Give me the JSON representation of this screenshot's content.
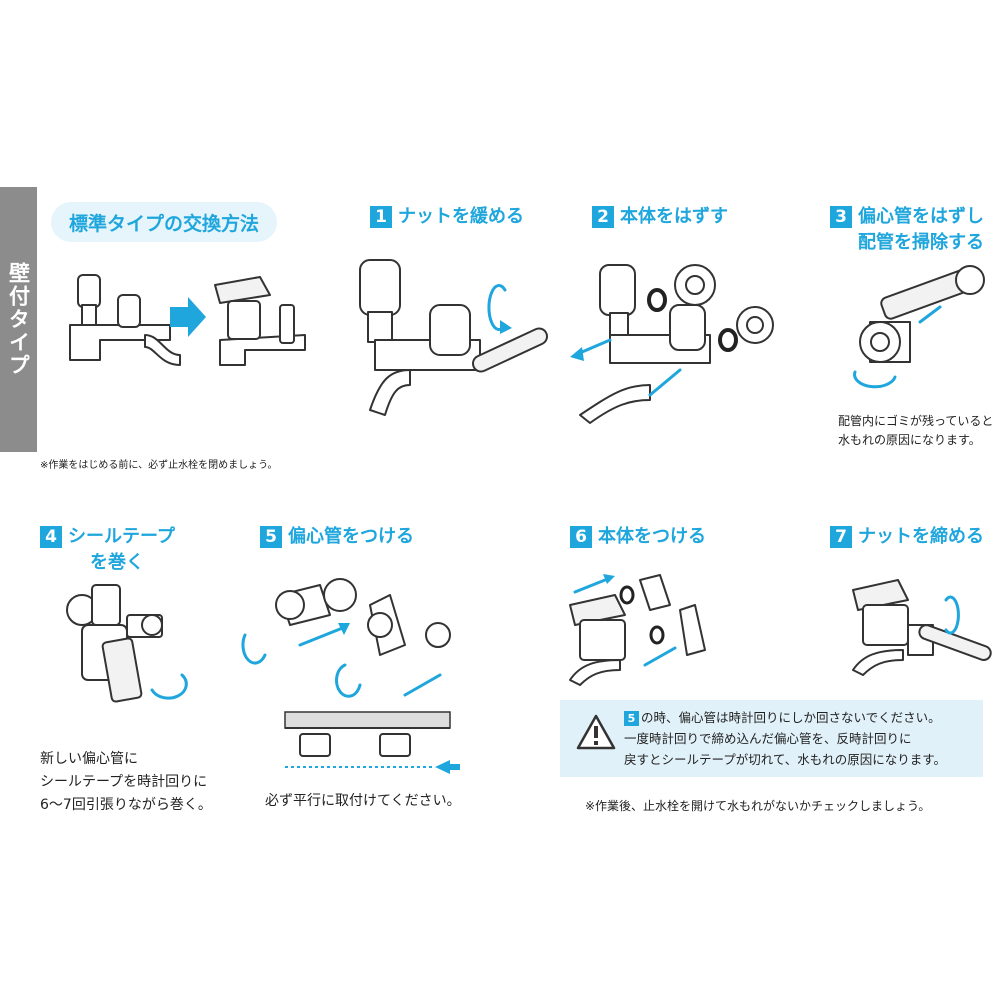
{
  "side_tab": {
    "label": "壁付タイプ"
  },
  "intro": {
    "title": "標準タイプの交換方法"
  },
  "notes": {
    "before": "※作業をはじめる前に、必ず止水栓を閉めましょう。",
    "after": "※作業後、止水栓を開けて水もれがないかチェックしましょう。"
  },
  "steps": [
    {
      "num": "1",
      "title": "ナットを緩める"
    },
    {
      "num": "2",
      "title": "本体をはずす"
    },
    {
      "num": "3",
      "title": "偏心管をはずし",
      "title2": "配管を掃除する",
      "note1": "配管内にゴミが残っていると",
      "note2": "水もれの原因になります。"
    },
    {
      "num": "4",
      "title": "シールテープ",
      "title2": "を巻く",
      "text1": "新しい偏心管に",
      "text2": "シールテープを時計回りに",
      "text3": "6〜7回引張りながら巻く。"
    },
    {
      "num": "5",
      "title": "偏心管をつける",
      "caption": "必ず平行に取付けてください。"
    },
    {
      "num": "6",
      "title": "本体をつける"
    },
    {
      "num": "7",
      "title": "ナットを締める"
    }
  ],
  "warning": {
    "ref": "5",
    "line1": "の時、偏心管は時計回りにしか回さないでください。",
    "line2": "一度時計回りで締め込んだ偏心管を、反時計回りに",
    "line3": "戻すとシールテープが切れて、水もれの原因になります。"
  },
  "icons": {
    "warning": "warning-icon",
    "arrow": "arrow-icon",
    "rotate": "rotate-icon"
  },
  "colors": {
    "accent": "#1fa6dd",
    "tab": "#8c8c8c",
    "warning_bg": "#e1f1f9"
  }
}
